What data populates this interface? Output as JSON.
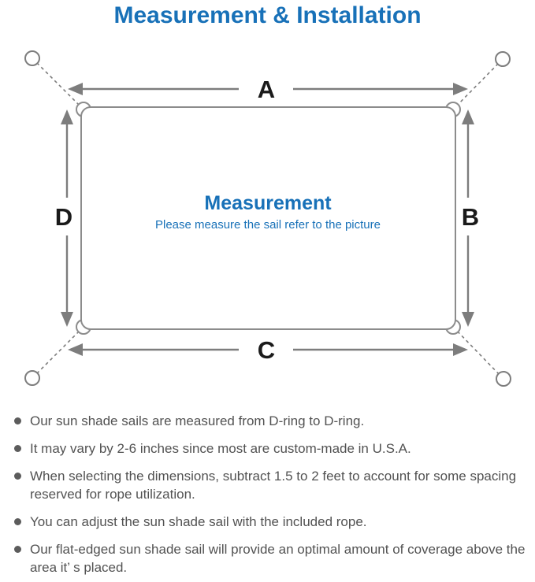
{
  "title": "Measurement & Installation",
  "diagram": {
    "labels": {
      "a": "A",
      "b": "B",
      "c": "C",
      "d": "D"
    },
    "center_heading": "Measurement",
    "center_sub": "Please measure the sail refer to the picture"
  },
  "bullets": [
    "Our sun shade sails are measured from D-ring to D-ring.",
    "It may vary by 2-6 inches since most are custom-made in U.S.A.",
    "When selecting the dimensions, subtract 1.5 to 2 feet to account for some spacing reserved for rope utilization.",
    "You can adjust the sun shade sail with the included rope.",
    "Our flat-edged sun shade sail will provide an optimal amount of coverage above the area it’ s placed."
  ],
  "colors": {
    "accent_blue": "#1871b8",
    "line_gray": "#7d7d7d",
    "border_gray": "#8c8c8c",
    "text_gray": "#525252",
    "bullet_gray": "#5c5c5c"
  }
}
